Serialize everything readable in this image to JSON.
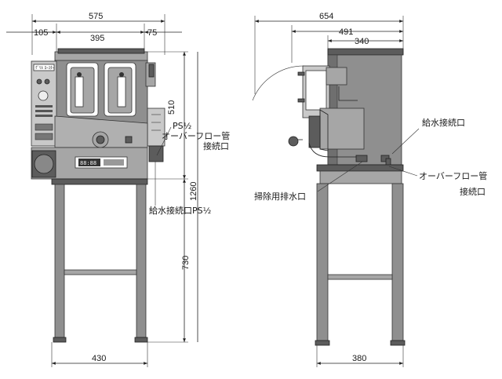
{
  "dimensions": {
    "front_overall_width": "575",
    "front_left_offset": "105",
    "front_tank_width": "395",
    "front_right_offset": "75",
    "front_body_height": "510",
    "front_total_height": "1260",
    "front_leg_height": "730",
    "front_leg_span": "430",
    "side_overall_depth": "654",
    "side_depth_2": "491",
    "side_tank_depth": "340",
    "side_leg_span": "380"
  },
  "labels": {
    "ps_half": "PS½",
    "overflow_pipe": "オーバーフロー管",
    "connection_port": "接続口",
    "water_inlet_ps": "給水接続口PS½",
    "water_inlet": "給水接続口",
    "drain_port": "掃除用排水口",
    "overflow_pipe_side": "オーバーフロー管",
    "connection_port_side": "接続口"
  },
  "panel_text": {
    "display": "88:88",
    "top_label": "ｸﾞﾘﾙ ﾛｰｽﾀｰ"
  }
}
